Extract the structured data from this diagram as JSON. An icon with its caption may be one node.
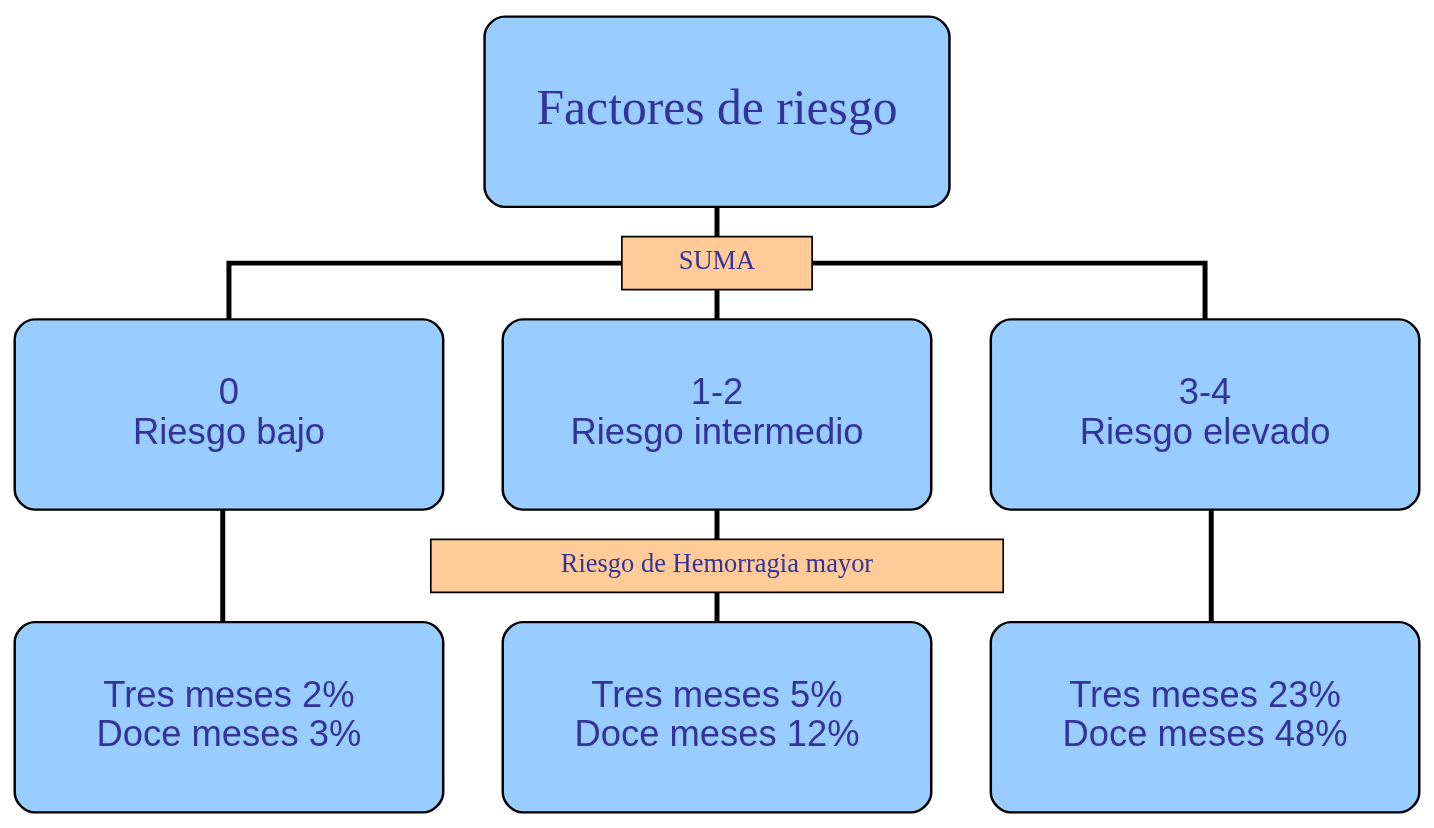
{
  "diagram": {
    "nodes": [
      {
        "text": [
          "Factores de riesgo"
        ]
      },
      {
        "text": [
          "SUMA"
        ]
      },
      {
        "text": [
          "0",
          "Riesgo bajo"
        ]
      },
      {
        "text": [
          "1-2",
          "Riesgo intermedio"
        ]
      },
      {
        "text": [
          "3-4",
          "Riesgo elevado"
        ]
      },
      {
        "text": [
          "Riesgo de Hemorragia mayor"
        ]
      },
      {
        "text": [
          "Tres meses 2%",
          "Doce meses 3%"
        ]
      },
      {
        "text": [
          "Tres meses 5%",
          "Doce meses 12%"
        ]
      },
      {
        "text": [
          "Tres meses 23%",
          "Doce meses 48%"
        ]
      }
    ],
    "edges": [
      {
        "from": 0,
        "to": 1,
        "arrow": "none"
      },
      {
        "from": 1,
        "to": 2,
        "arrow": "none"
      },
      {
        "from": 1,
        "to": 3,
        "arrow": "none"
      },
      {
        "from": 1,
        "to": 4,
        "arrow": "none"
      },
      {
        "from": 2,
        "to": 6,
        "arrow": "none"
      },
      {
        "from": 3,
        "to": 5,
        "arrow": "none"
      },
      {
        "from": 5,
        "to": 7,
        "arrow": "none"
      },
      {
        "from": 4,
        "to": 8,
        "arrow": "none"
      }
    ]
  }
}
